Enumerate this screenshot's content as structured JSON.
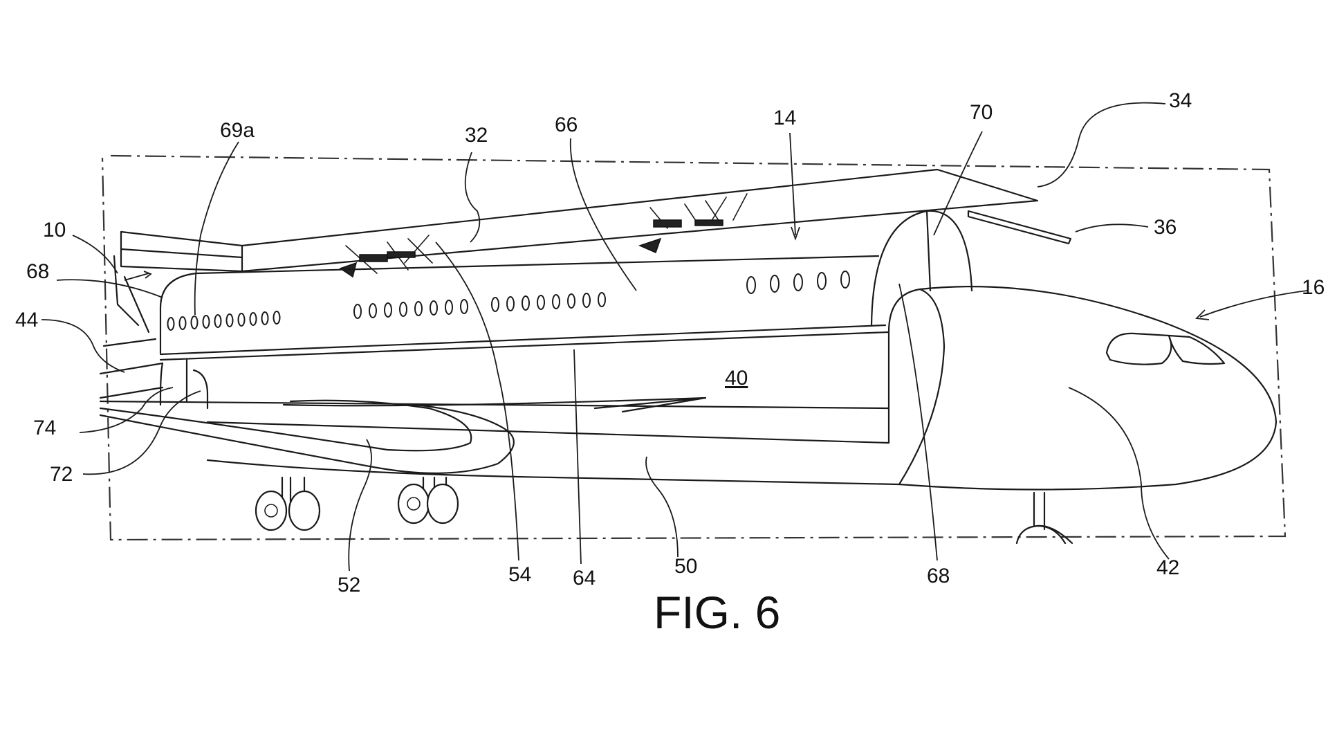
{
  "figure": {
    "caption": "FIG. 6"
  },
  "reference_labels": {
    "r10": "10",
    "r68a": "68",
    "r44": "44",
    "r69a": "69a",
    "r32": "32",
    "r66": "66",
    "r14": "14",
    "r70": "70",
    "r34": "34",
    "r36": "36",
    "r16": "16",
    "r40": "40",
    "r74": "74",
    "r72": "72",
    "r52": "52",
    "r54": "54",
    "r64": "64",
    "r50": "50",
    "r68b": "68",
    "r42": "42"
  }
}
